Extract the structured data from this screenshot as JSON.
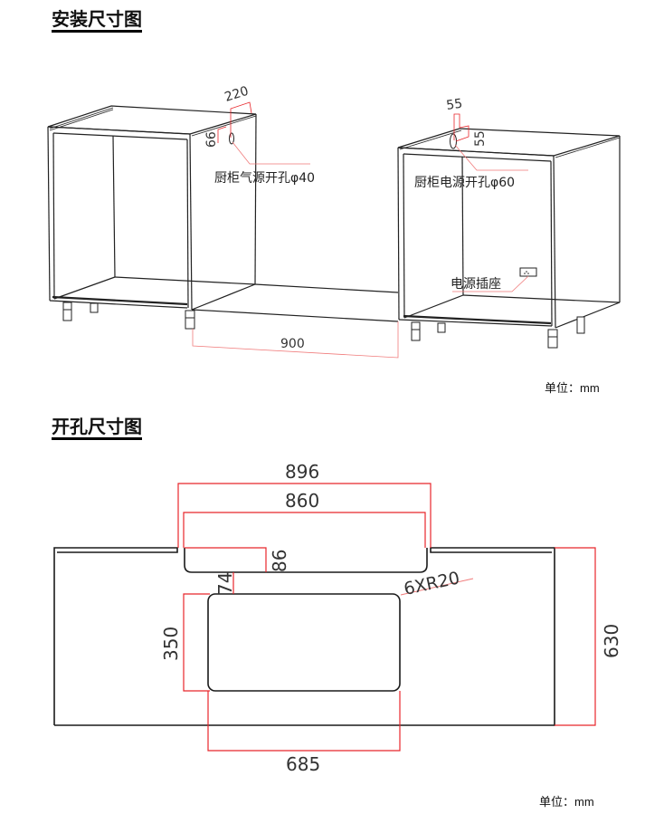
{
  "installation": {
    "title": "安装尺寸图",
    "labels": {
      "gas_hole": "厨柜气源开孔φ40",
      "power_hole": "厨柜电源开孔φ60",
      "power_socket": "电源插座"
    },
    "dimensions": {
      "gas_offset_horizontal": "220",
      "gas_offset_vertical": "66",
      "power_offset_horizontal": "55",
      "power_offset_vertical": "55",
      "cabinet_gap": "900"
    },
    "unit": "单位：mm"
  },
  "cutout": {
    "title": "开孔尺寸图",
    "dimensions": {
      "outer_width": "896",
      "inner_width": "860",
      "notch_depth": "86",
      "gap": "74",
      "hole_depth": "350",
      "corner_radius": "6XR20",
      "hole_width": "685",
      "total_depth": "630"
    },
    "unit": "单位：mm"
  },
  "colors": {
    "dimension_line": "#e8262b",
    "outline": "#1a1a1a",
    "leader": "#f07a7a"
  }
}
